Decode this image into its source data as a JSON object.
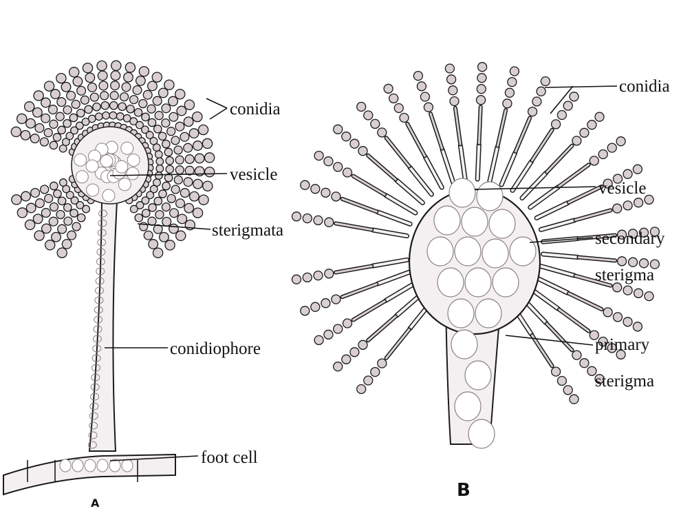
{
  "diagram": {
    "panel_a": {
      "letter": "A",
      "labels": {
        "conidia": "conidia",
        "vesicle": "vesicle",
        "sterigmata": "sterigmata",
        "conidiophore": "conidiophore",
        "foot_cell": "foot cell"
      }
    },
    "panel_b": {
      "letter": "B",
      "labels": {
        "conidia": "conidia",
        "vesicle": "vesicle",
        "secondary_line1": "secondary",
        "secondary_line2": "sterigma",
        "primary_line1": "primary",
        "primary_line2": "sterigma"
      }
    },
    "colors": {
      "ink": "#1a1a1a",
      "spore_fill": "#d9cfd3",
      "cell_fill": "#f4f0f2"
    }
  }
}
